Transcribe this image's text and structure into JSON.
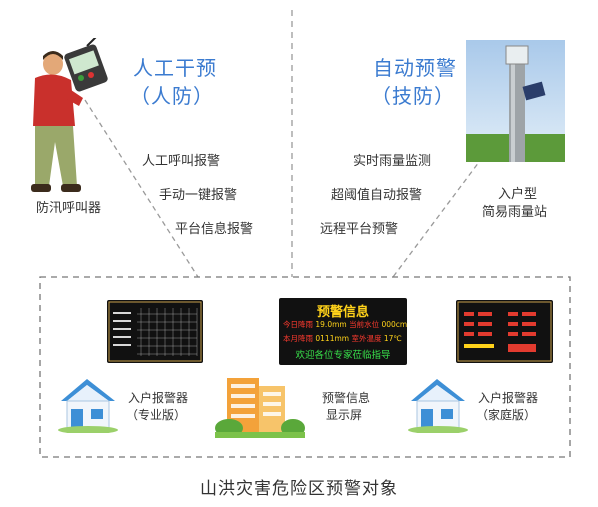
{
  "manual": {
    "title": "人工干预",
    "subtitle": "（人防）",
    "device_label": "防汛呼叫器",
    "items": [
      "人工呼叫报警",
      "手动一键报警",
      "平台信息报警"
    ]
  },
  "auto": {
    "title": "自动预警",
    "subtitle": "（技防）",
    "device_label_line1": "入户型",
    "device_label_line2": "简易雨量站",
    "items": [
      "实时雨量监测",
      "超阈值自动报警",
      "远程平台预警"
    ]
  },
  "targets": {
    "pro": {
      "line1": "入户报警器",
      "line2": "（专业版）"
    },
    "display": {
      "line1": "预警信息",
      "line2": "显示屏"
    },
    "home": {
      "line1": "入户报警器",
      "line2": "（家庭版）"
    }
  },
  "led": {
    "title": "预警信息",
    "row1_label": "今日降雨",
    "row1_value": "19.0mm",
    "row1_label2": "当前水位",
    "row1_value2": "000cm",
    "row2_label": "本月降雨",
    "row2_value": "0111mm",
    "row2_label2": "室外温度",
    "row2_value2": "17℃",
    "row3": "欢迎各位专家莅临指导"
  },
  "bottom_title": "山洪灾害危险区预警对象",
  "colors": {
    "accent": "#3b7bd0",
    "led_red": "#ff3b2f",
    "led_yellow": "#ffd21a",
    "led_green": "#38e04a"
  }
}
